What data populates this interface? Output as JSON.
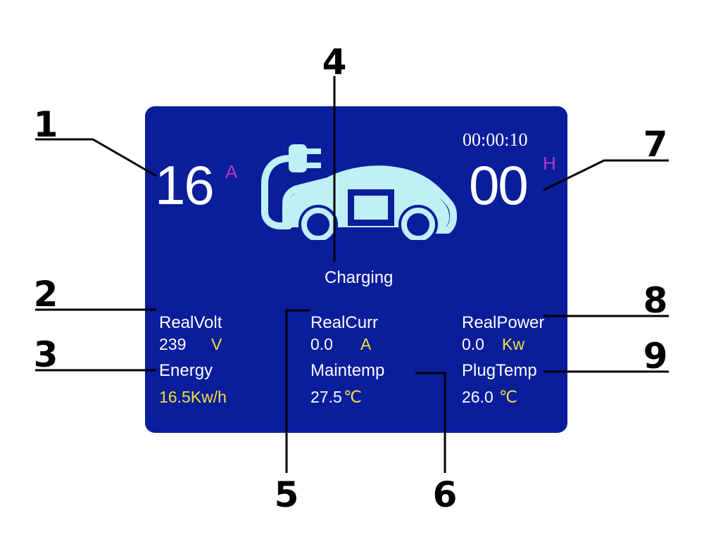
{
  "callouts": [
    "1",
    "2",
    "3",
    "4",
    "5",
    "6",
    "7",
    "8",
    "9"
  ],
  "screen": {
    "current": {
      "value": "16",
      "unit": "A"
    },
    "timer": "00:00:10",
    "hours": {
      "value": "00",
      "unit": "H"
    },
    "status": "Charging",
    "readings": {
      "real_volt": {
        "label": "RealVolt",
        "value": "239",
        "unit": "V"
      },
      "real_curr": {
        "label": "RealCurr",
        "value": "0.0",
        "unit": "A"
      },
      "real_power": {
        "label": "RealPower",
        "value": "0.0",
        "unit": "Kw"
      },
      "energy": {
        "label": "Energy",
        "value": "16.5Kw/h"
      },
      "main_temp": {
        "label": "Maintemp",
        "value": "27.5",
        "unit": "℃"
      },
      "plug_temp": {
        "label": "PlugTemp",
        "value": "26.0",
        "unit": "℃"
      }
    }
  },
  "colors": {
    "screen_bg": "#0a1d9b",
    "icon": "#bff0f5",
    "accent_yellow": "#f2e03c",
    "accent_purple": "#b23bbd"
  },
  "icons": [
    "ev-car-charging-icon"
  ]
}
